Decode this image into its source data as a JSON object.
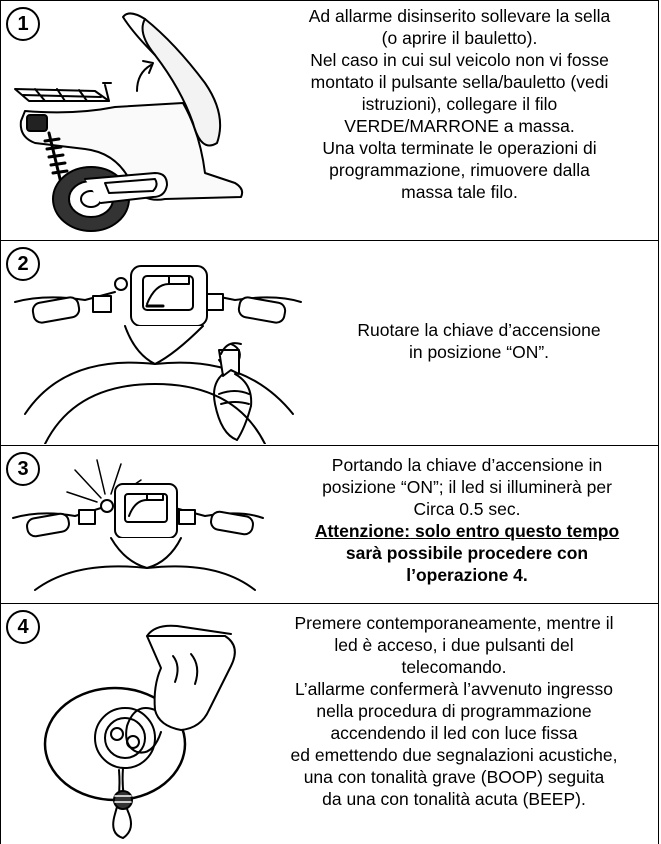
{
  "steps": [
    {
      "number": "1",
      "lines": [
        "Ad allarme disinserito sollevare la sella",
        "(o aprire il bauletto).",
        "Nel caso in cui sul veicolo non vi fosse",
        "montato il pulsante sella/bauletto (vedi",
        "istruzioni), collegare il filo",
        "VERDE/MARRONE a massa.",
        "Una volta terminate le operazioni di",
        "programmazione, rimuovere dalla",
        "massa tale filo."
      ]
    },
    {
      "number": "2",
      "lines": [
        "Ruotare la chiave d’accensione",
        "in posizione “ON”."
      ]
    },
    {
      "number": "3",
      "lines": [
        "Portando la chiave d’accensione in",
        "posizione “ON”; il led si illuminerà per",
        "Circa 0.5 sec."
      ],
      "warning_label": "Attenzione:",
      "warning_rest": " solo entro questo tempo",
      "warning_lines": [
        "sarà possibile procedere con",
        "l’operazione 4."
      ]
    },
    {
      "number": "4",
      "lines": [
        "Premere contemporaneamente, mentre il",
        "led è acceso, i due pulsanti del",
        "telecomando.",
        "L’allarme confermerà l’avvenuto ingresso",
        "nella procedura di programmazione",
        "accendendo il led con luce fissa",
        "ed emettendo due segnalazioni acustiche,",
        "una con tonalità grave (BOOP) seguita",
        "da una con tonalità acuta (BEEP)."
      ]
    }
  ]
}
